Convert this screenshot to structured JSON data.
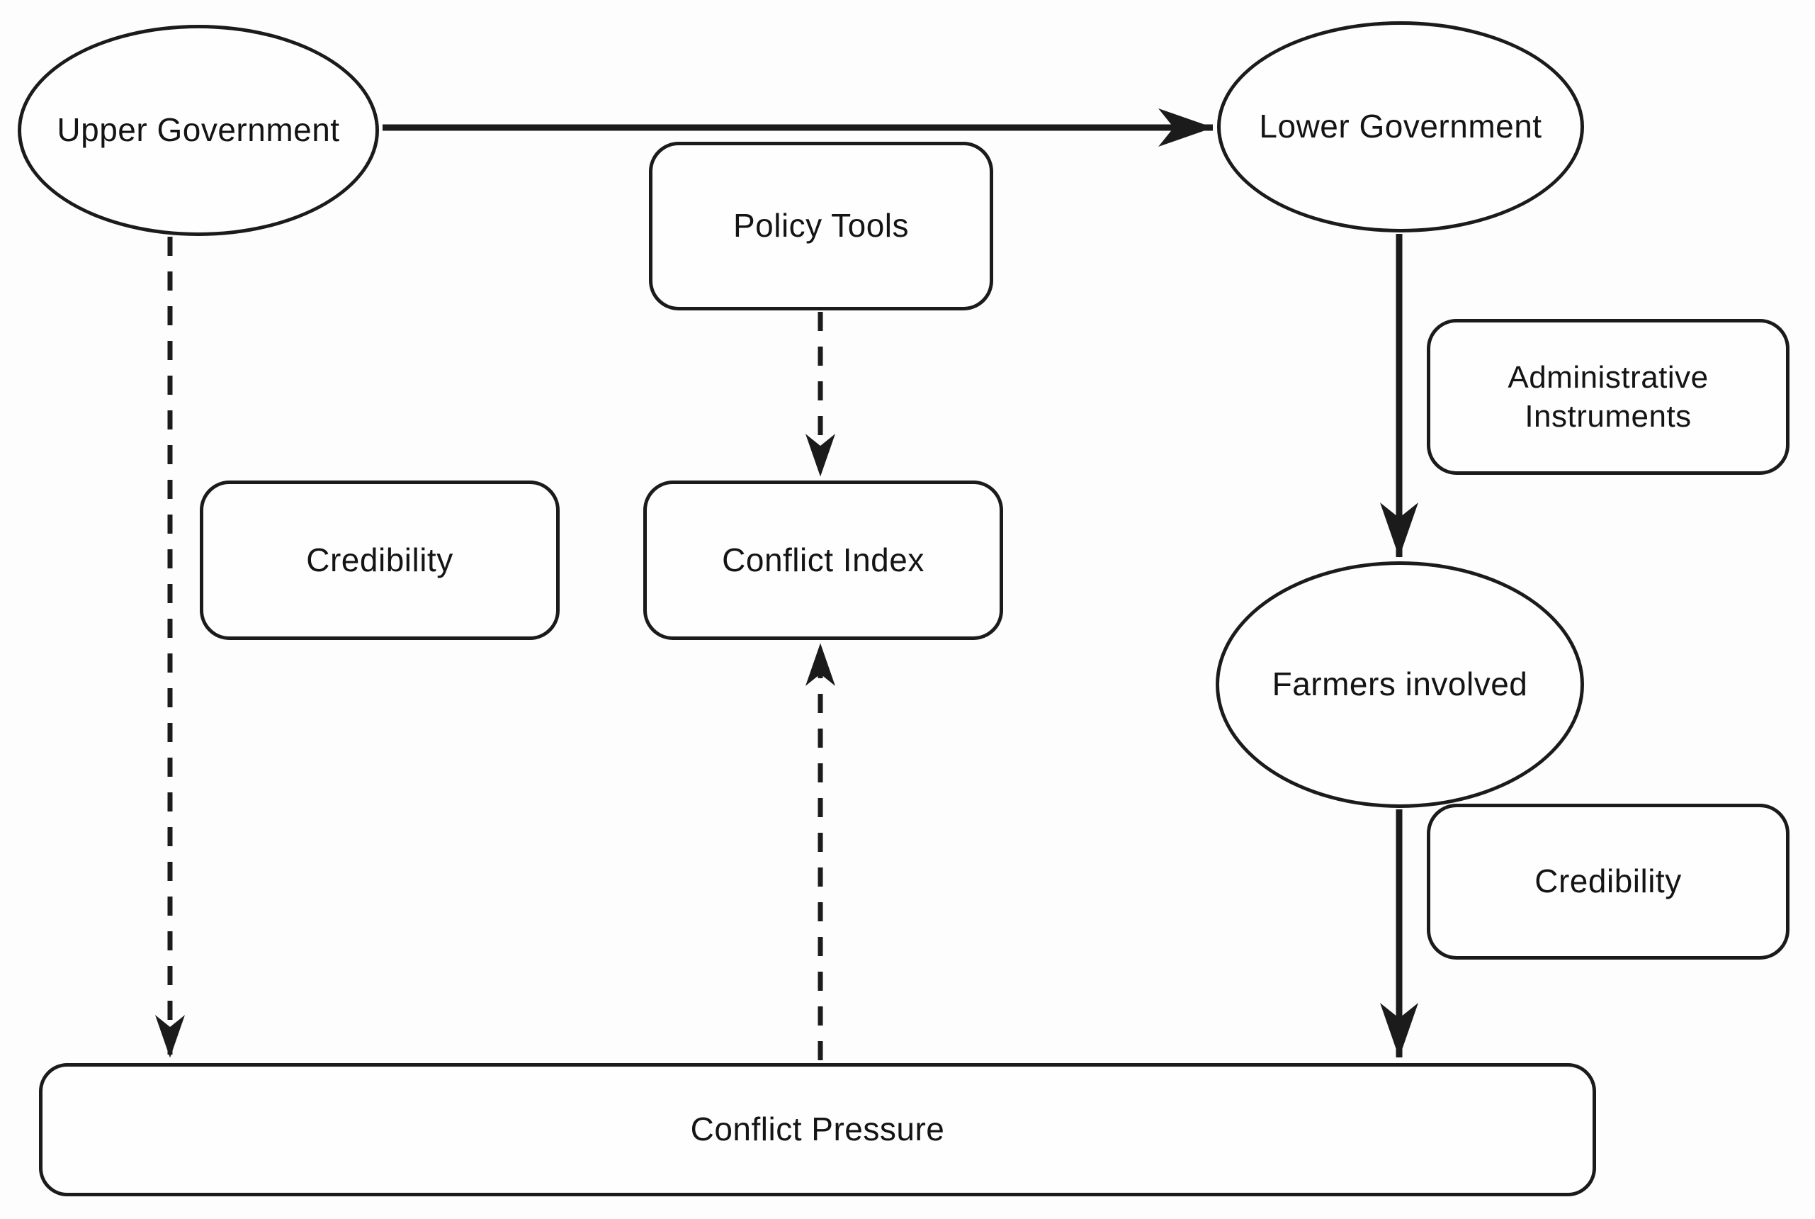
{
  "diagram": {
    "colors": {
      "background": "#fdfdfd",
      "stroke": "#1b1b1b",
      "text": "#141414",
      "node_fill": "#fefefe"
    },
    "nodes": {
      "upper_government": {
        "label": "Upper Government",
        "shape": "ellipse"
      },
      "lower_government": {
        "label": "Lower Government",
        "shape": "ellipse"
      },
      "policy_tools": {
        "label": "Policy Tools",
        "shape": "rounded-rect"
      },
      "admin_instruments": {
        "label": "Administrative Instruments",
        "shape": "rounded-rect"
      },
      "credibility_left": {
        "label": "Credibility",
        "shape": "rounded-rect"
      },
      "conflict_index": {
        "label": "Conflict Index",
        "shape": "rounded-rect"
      },
      "farmers_involved": {
        "label": "Farmers involved",
        "shape": "ellipse"
      },
      "credibility_right": {
        "label": "Credibility",
        "shape": "rounded-rect"
      },
      "conflict_pressure": {
        "label": "Conflict Pressure",
        "shape": "rounded-rect"
      }
    },
    "edges": [
      {
        "from": "upper_government",
        "to": "lower_government",
        "style": "solid"
      },
      {
        "from": "upper_government",
        "to": "conflict_pressure",
        "style": "dashed"
      },
      {
        "from": "policy_tools",
        "to": "conflict_index",
        "style": "dashed"
      },
      {
        "from": "conflict_pressure",
        "to": "conflict_index",
        "style": "dashed"
      },
      {
        "from": "lower_government",
        "to": "farmers_involved",
        "style": "solid"
      },
      {
        "from": "farmers_involved",
        "to": "conflict_pressure",
        "style": "solid"
      }
    ]
  }
}
